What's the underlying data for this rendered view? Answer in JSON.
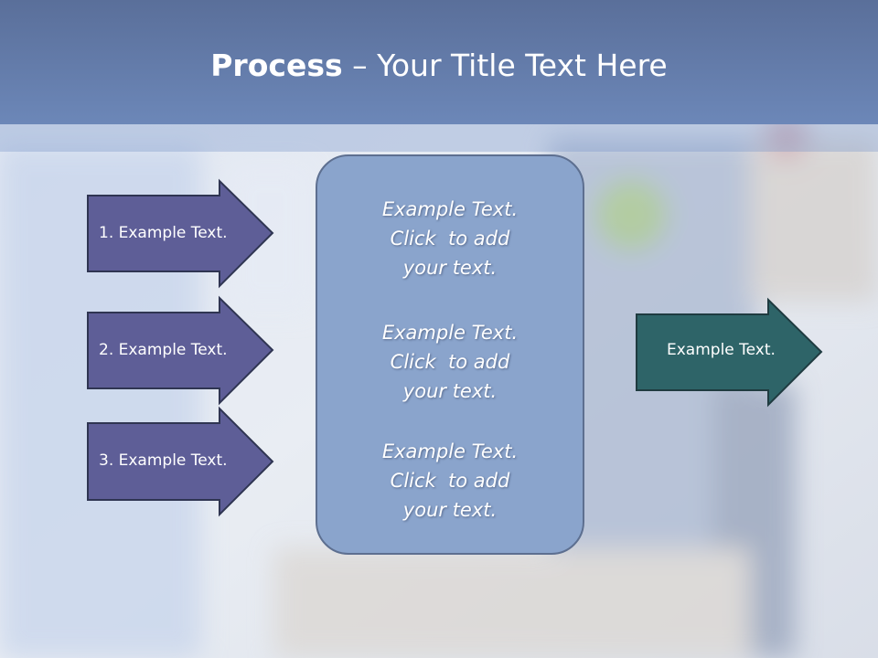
{
  "colors": {
    "title_bar": "#6580b1",
    "step_arrow_fill": "#5e5e97",
    "result_arrow_fill": "#2e6468",
    "panel_fill": "#8aa4cc",
    "text": "#ffffff"
  },
  "title": {
    "bold": "Process",
    "rest": " – Your Title Text Here"
  },
  "steps": [
    {
      "label": "1. Example Text."
    },
    {
      "label": "2. Example Text."
    },
    {
      "label": "3. Example Text."
    }
  ],
  "panel": {
    "blocks": [
      {
        "line1": "Example Text.",
        "line2": "Click  to add",
        "line3": "your text."
      },
      {
        "line1": "Example Text.",
        "line2": "Click  to add",
        "line3": "your text."
      },
      {
        "line1": "Example Text.",
        "line2": "Click  to add",
        "line3": "your text."
      }
    ]
  },
  "result": {
    "label": "Example Text."
  }
}
